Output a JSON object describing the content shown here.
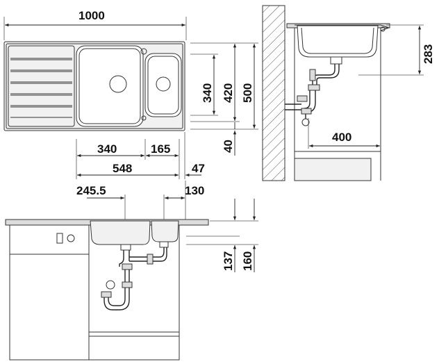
{
  "diagram": {
    "dimensions": {
      "top_width": "1000",
      "main_bowl_height": "340",
      "inner_height": "420",
      "overall_depth": "500",
      "front_offset": "40",
      "main_bowl_width": "340",
      "small_bowl_width": "165",
      "bowls_total": "548",
      "right_edge": "47",
      "drain_left": "245.5",
      "drain_right": "130",
      "depth_small": "137",
      "depth_main": "160",
      "side_height": "283",
      "side_depth": "400"
    },
    "colors": {
      "line": "#333333",
      "fill_grey": "#dcdcdc",
      "fill_light": "#f1f1f1",
      "hatch": "#555555"
    }
  }
}
